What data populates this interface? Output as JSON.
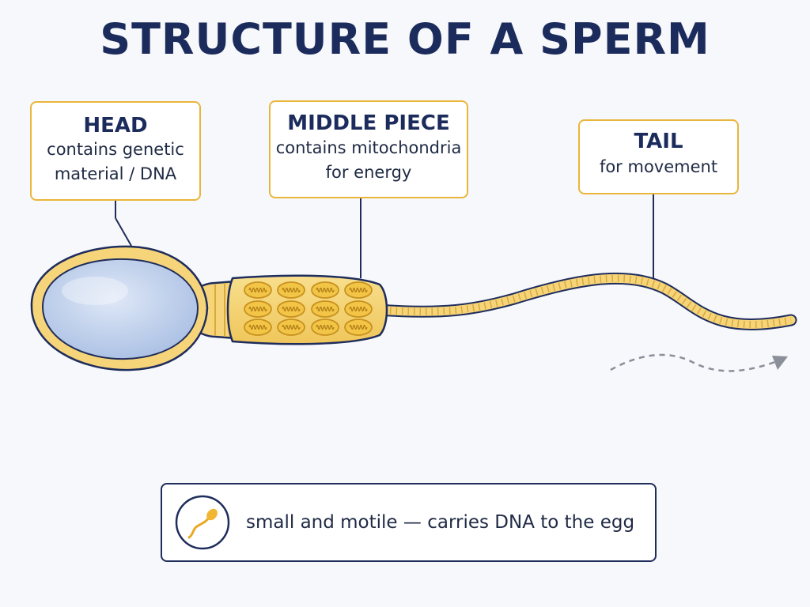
{
  "title": "STRUCTURE OF A SPERM",
  "labels": {
    "head": {
      "title": "HEAD",
      "desc_lines": [
        "contains genetic",
        "material / DNA"
      ]
    },
    "middle": {
      "title": "MIDDLE PIECE",
      "desc_lines": [
        "contains mitochondria",
        "for energy"
      ]
    },
    "tail": {
      "title": "TAIL",
      "desc_lines": [
        "for movement"
      ]
    }
  },
  "summary": {
    "text": "small and motile — carries DNA to the egg",
    "icon": "sperm-icon"
  },
  "colors": {
    "title": "#1b2b5c",
    "label_border": "#e9b63b",
    "sperm_body": "#f6d57a",
    "sperm_outline": "#d9a93a",
    "nucleus": "#b8cbe9",
    "outline_dark": "#1f2d5c",
    "motion_arrow": "#8a8f99"
  }
}
